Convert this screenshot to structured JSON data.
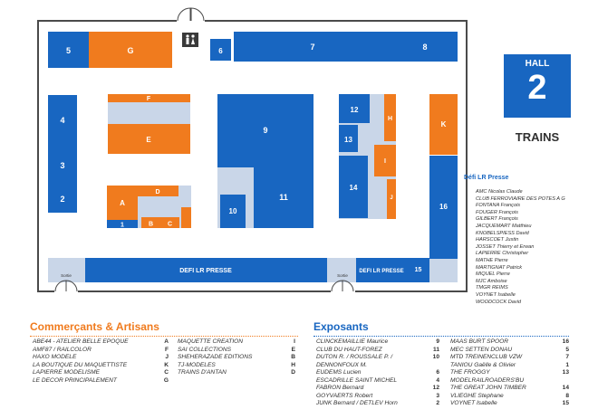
{
  "hall": {
    "label": "HALL",
    "number": "2",
    "theme": "TRAINS"
  },
  "colors": {
    "blue": "#1866c1",
    "orange": "#f07b1e",
    "gray": "#c9d6e8",
    "wall": "#4a4a4a"
  },
  "stands": {
    "s5": "5",
    "sG": "G",
    "s6": "6",
    "s7": "7",
    "s8": "8",
    "s4": "4",
    "s3": "3",
    "s2": "2",
    "sF": "F",
    "sE": "E",
    "s9": "9",
    "s11": "11",
    "s10": "10",
    "sD": "D",
    "sA": "A",
    "s1": "1",
    "sB": "B",
    "sC": "C",
    "s12": "12",
    "s13": "13",
    "sH": "H",
    "sI": "I",
    "s14": "14",
    "sJ": "J",
    "sK": "K",
    "s16": "16",
    "s15": "15",
    "defi1": "DEFI LR PRESSE",
    "defi2": "DEFI LR PRESSE"
  },
  "exits": [
    "Sortie",
    "Sortie"
  ],
  "defi": {
    "title": "Défi LR Presse",
    "names": [
      "AMC Nicolas Claude",
      "CLUB FERROVIAIRE DES POTES A G",
      "FONTANA François",
      "FOUGER François",
      "GILBERT François",
      "JACQUEMART Matthieu",
      "KNOBELSPIESS David",
      "HARSCOET Justin",
      "JOSSET Thierry et Erwan",
      "LAPIERRE Christopher",
      "MATHE Pierre",
      "MARTIGNAT Patrick",
      "MIQUEL Pierre",
      "MJC Amboise",
      "TMGR REIMS",
      "VOYNET Isabelle",
      "WOODCOCK David"
    ]
  },
  "merchants": {
    "title": "Commerçants & Artisans",
    "left": [
      {
        "name": "ABE44 - ATELIER BELLE EPOQUE",
        "code": "A"
      },
      {
        "name": "AMF87 / RAILCOLOR",
        "code": "F"
      },
      {
        "name": "HAXO MODELE",
        "code": "J"
      },
      {
        "name": "LA BOUTIQUE DU MAQUETTISTE",
        "code": "K"
      },
      {
        "name": "LAPIERRE MODELISME",
        "code": "C"
      },
      {
        "name": "LE DECOR PRINCIPALEMENT",
        "code": "G"
      }
    ],
    "right": [
      {
        "name": "MAQUETTE CREATION",
        "code": "I"
      },
      {
        "name": "SAI COLLECTIONS",
        "code": "E"
      },
      {
        "name": "SHEHERAZADE EDITIONS",
        "code": "B"
      },
      {
        "name": "TJ-MODELES",
        "code": "H"
      },
      {
        "name": "TRAINS D'ANTAN",
        "code": "D"
      }
    ]
  },
  "exhibitors": {
    "title": "Exposants",
    "left": [
      {
        "name": "CLINCKEMAILLIE Maurice",
        "code": "9"
      },
      {
        "name": "CLUB DU HAUT-FOREZ",
        "code": "11"
      },
      {
        "name": "DUTON R. / ROUSSALE P. / DENNONFOUX M.",
        "code": "10"
      },
      {
        "name": "EUDEMS Lucien",
        "code": "6"
      },
      {
        "name": "ESCADRILLE SAINT MICHEL",
        "code": "4"
      },
      {
        "name": "FABRON Bernard",
        "code": "12"
      },
      {
        "name": "GOYVAERTS Robert",
        "code": "3"
      },
      {
        "name": "JUNK Bernard / DETLEV Horn",
        "code": "2"
      }
    ],
    "right": [
      {
        "name": "MAAS BURT SPOOR",
        "code": "16"
      },
      {
        "name": "MEC SETTEN DONAU",
        "code": "5"
      },
      {
        "name": "MTD TREINENCLUB VZW",
        "code": "7"
      },
      {
        "name": "TANIOU Gaëlle & Olivier",
        "code": "1"
      },
      {
        "name": "THE FROGGY MODELRAILROADERS'BU",
        "code": "13"
      },
      {
        "name": "THE GREAT JOHN TIMBER",
        "code": "14"
      },
      {
        "name": "VLIEGHE Stephane",
        "code": "8"
      },
      {
        "name": "VOYNET Isabelle",
        "code": "15"
      }
    ]
  }
}
